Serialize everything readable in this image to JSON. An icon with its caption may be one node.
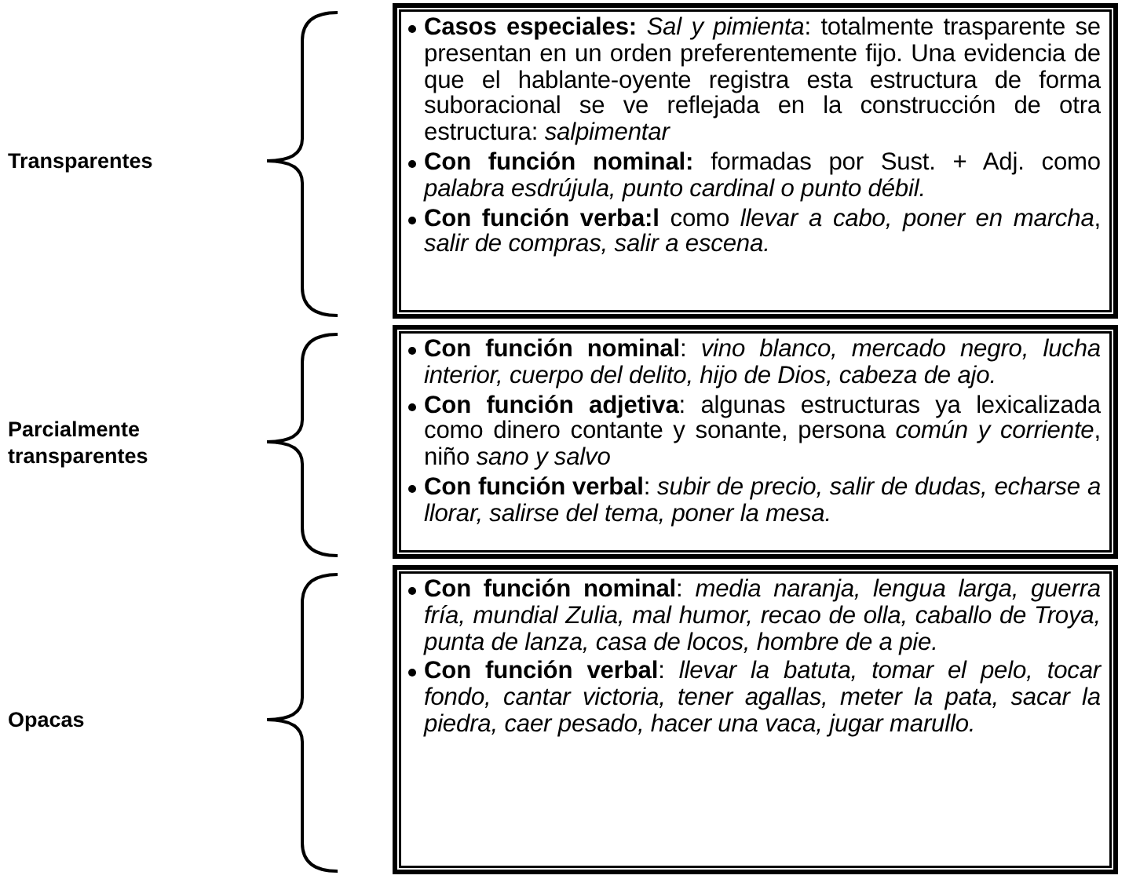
{
  "diagram": {
    "nodes": [
      {
        "text": [
          "**Casos especiales:** *Sal y pimienta*: totalmente trasparente se presentan en un orden preferentemente fijo. Una evidencia de que el hablante-oyente registra esta estructura de forma suboracional se ve reflejada en la construcción de otra estructura: *salpimentar*",
          "**Con función nominal:** formadas por Sust. + Adj. como *palabra esdrújula, punto cardinal o punto débil.*",
          "**Con función verba:l** como *llevar a cabo, poner en marcha*, *salir de compras, salir a escena.*"
        ]
      },
      {
        "text": [
          "**Con función nominal**: *vino blanco, mercado negro, lucha interior, cuerpo del delito, hijo de Dios, cabeza de ajo.*",
          "**Con función adjetiva**: algunas estructuras ya lexicalizada como dinero contante y sonante, persona *común y corriente*, niño *sano y salvo*",
          "**Con función verbal**: *subir de precio, salir de dudas, echarse a llorar, salirse del tema, poner la mesa.*"
        ]
      },
      {
        "text": [
          "**Con función nominal**: *media naranja, lengua larga, guerra fría, mundial Zulia, mal humor, recao de olla, caballo de Troya, punta de lanza, casa de locos, hombre de a pie.*",
          "**Con función verbal**: *llevar la batuta, tomar el pelo, tocar fondo, cantar victoria, tener agallas, meter la pata, sacar la piedra, caer pesado, hacer una vaca, jugar marullo.*"
        ]
      }
    ],
    "labels": [
      "Transparentes",
      "Parcialmente transparentes",
      "Opacas"
    ],
    "edges": []
  }
}
